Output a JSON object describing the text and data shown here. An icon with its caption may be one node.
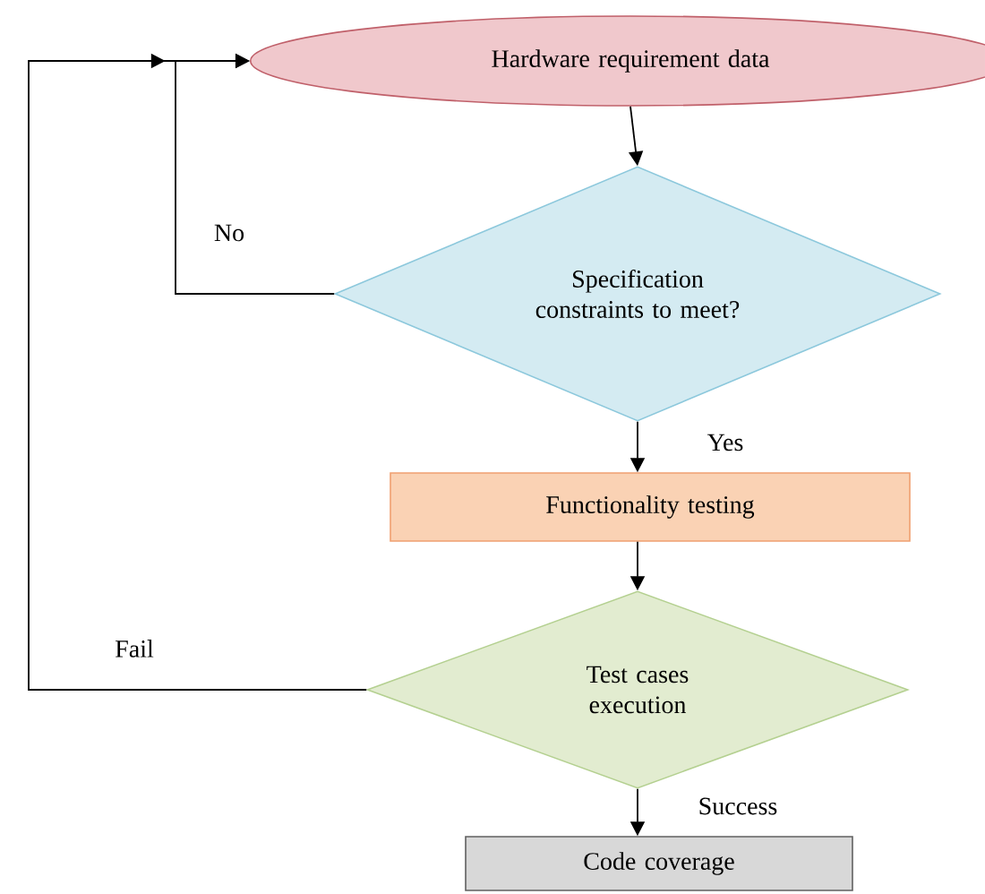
{
  "diagram": {
    "nodes": [
      {
        "text": [
          "Hardware requirement data"
        ]
      },
      {
        "text": [
          "Specification constraints to meet?"
        ]
      },
      {
        "text": [
          "Functionality testing"
        ]
      },
      {
        "text": [
          "Test cases execution"
        ]
      },
      {
        "text": [
          "Code coverage"
        ]
      }
    ],
    "edges": [
      {
        "from": 0,
        "to": 1,
        "arrow": "to"
      },
      {
        "from": 1,
        "to": 2,
        "arrow": "to",
        "label": "Yes"
      },
      {
        "from": 2,
        "to": 3,
        "arrow": "to"
      },
      {
        "from": 3,
        "to": 4,
        "arrow": "to",
        "label": "Success"
      },
      {
        "from": 1,
        "to": 0,
        "arrow": "to",
        "label": "No"
      },
      {
        "from": 3,
        "to": 0,
        "arrow": "to",
        "label": "Fail"
      }
    ]
  }
}
